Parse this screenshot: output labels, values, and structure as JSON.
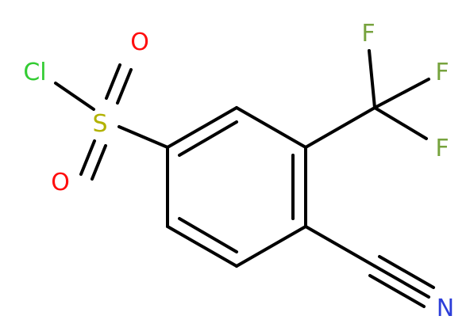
{
  "colors": {
    "bond": "#000000",
    "Cl": "#33cc33",
    "S": "#b2b200",
    "O": "#ff0d0d",
    "F": "#77a33e",
    "N": "#2d3ed9"
  },
  "atoms": {
    "cl": "Cl",
    "s": "S",
    "o_top": "O",
    "o_bottom": "O",
    "f1": "F",
    "f2": "F",
    "f3": "F",
    "n": "N"
  }
}
